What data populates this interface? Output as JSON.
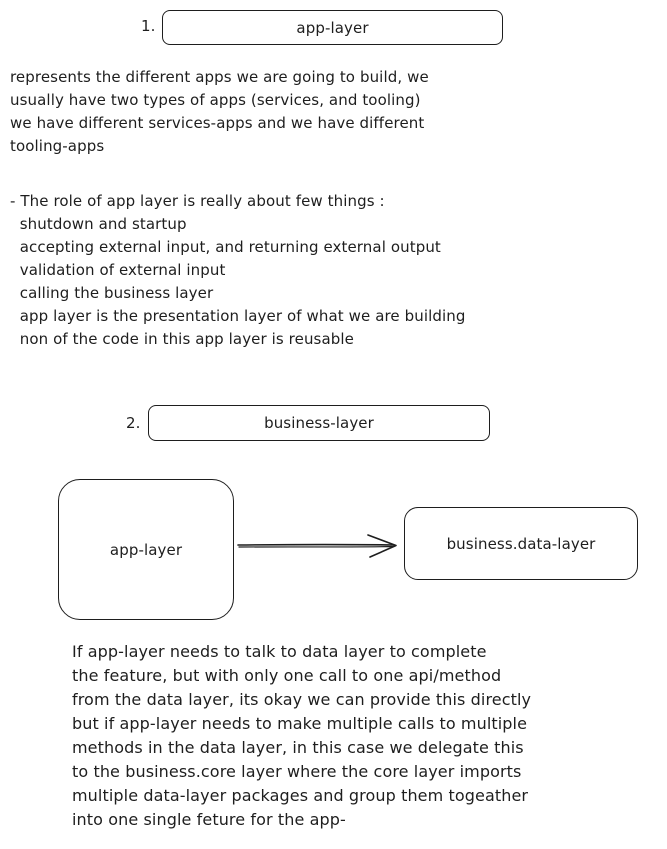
{
  "section1": {
    "number": "1.",
    "title": "app-layer",
    "intro_lines": [
      "represents the different apps we are going to build, we",
      "usually have two types of apps (services, and tooling)",
      "we have different services-apps and we have different",
      "tooling-apps"
    ],
    "role_lines": [
      "- The role of app layer is really about few things :",
      "  shutdown and startup",
      "  accepting external input, and returning external output",
      "  validation of external input",
      "  calling the business layer",
      "  app layer is the presentation layer of what we are building",
      "  non of the code in this app layer is reusable"
    ]
  },
  "section2": {
    "number": "2.",
    "title": "business-layer",
    "diagram": {
      "source_node": "app-layer",
      "target_node": "business.data-layer"
    },
    "explanation_lines": [
      "If app-layer needs to talk to data layer to complete",
      "the feature, but with only one call to one api/method",
      "from the data layer, its okay we can provide this directly",
      "but if app-layer needs to make multiple calls to multiple",
      "methods in the data layer, in this case we delegate this",
      "to the business.core layer where the core layer imports",
      "multiple data-layer packages and group them togeather",
      "into one single feture for the app-"
    ]
  }
}
